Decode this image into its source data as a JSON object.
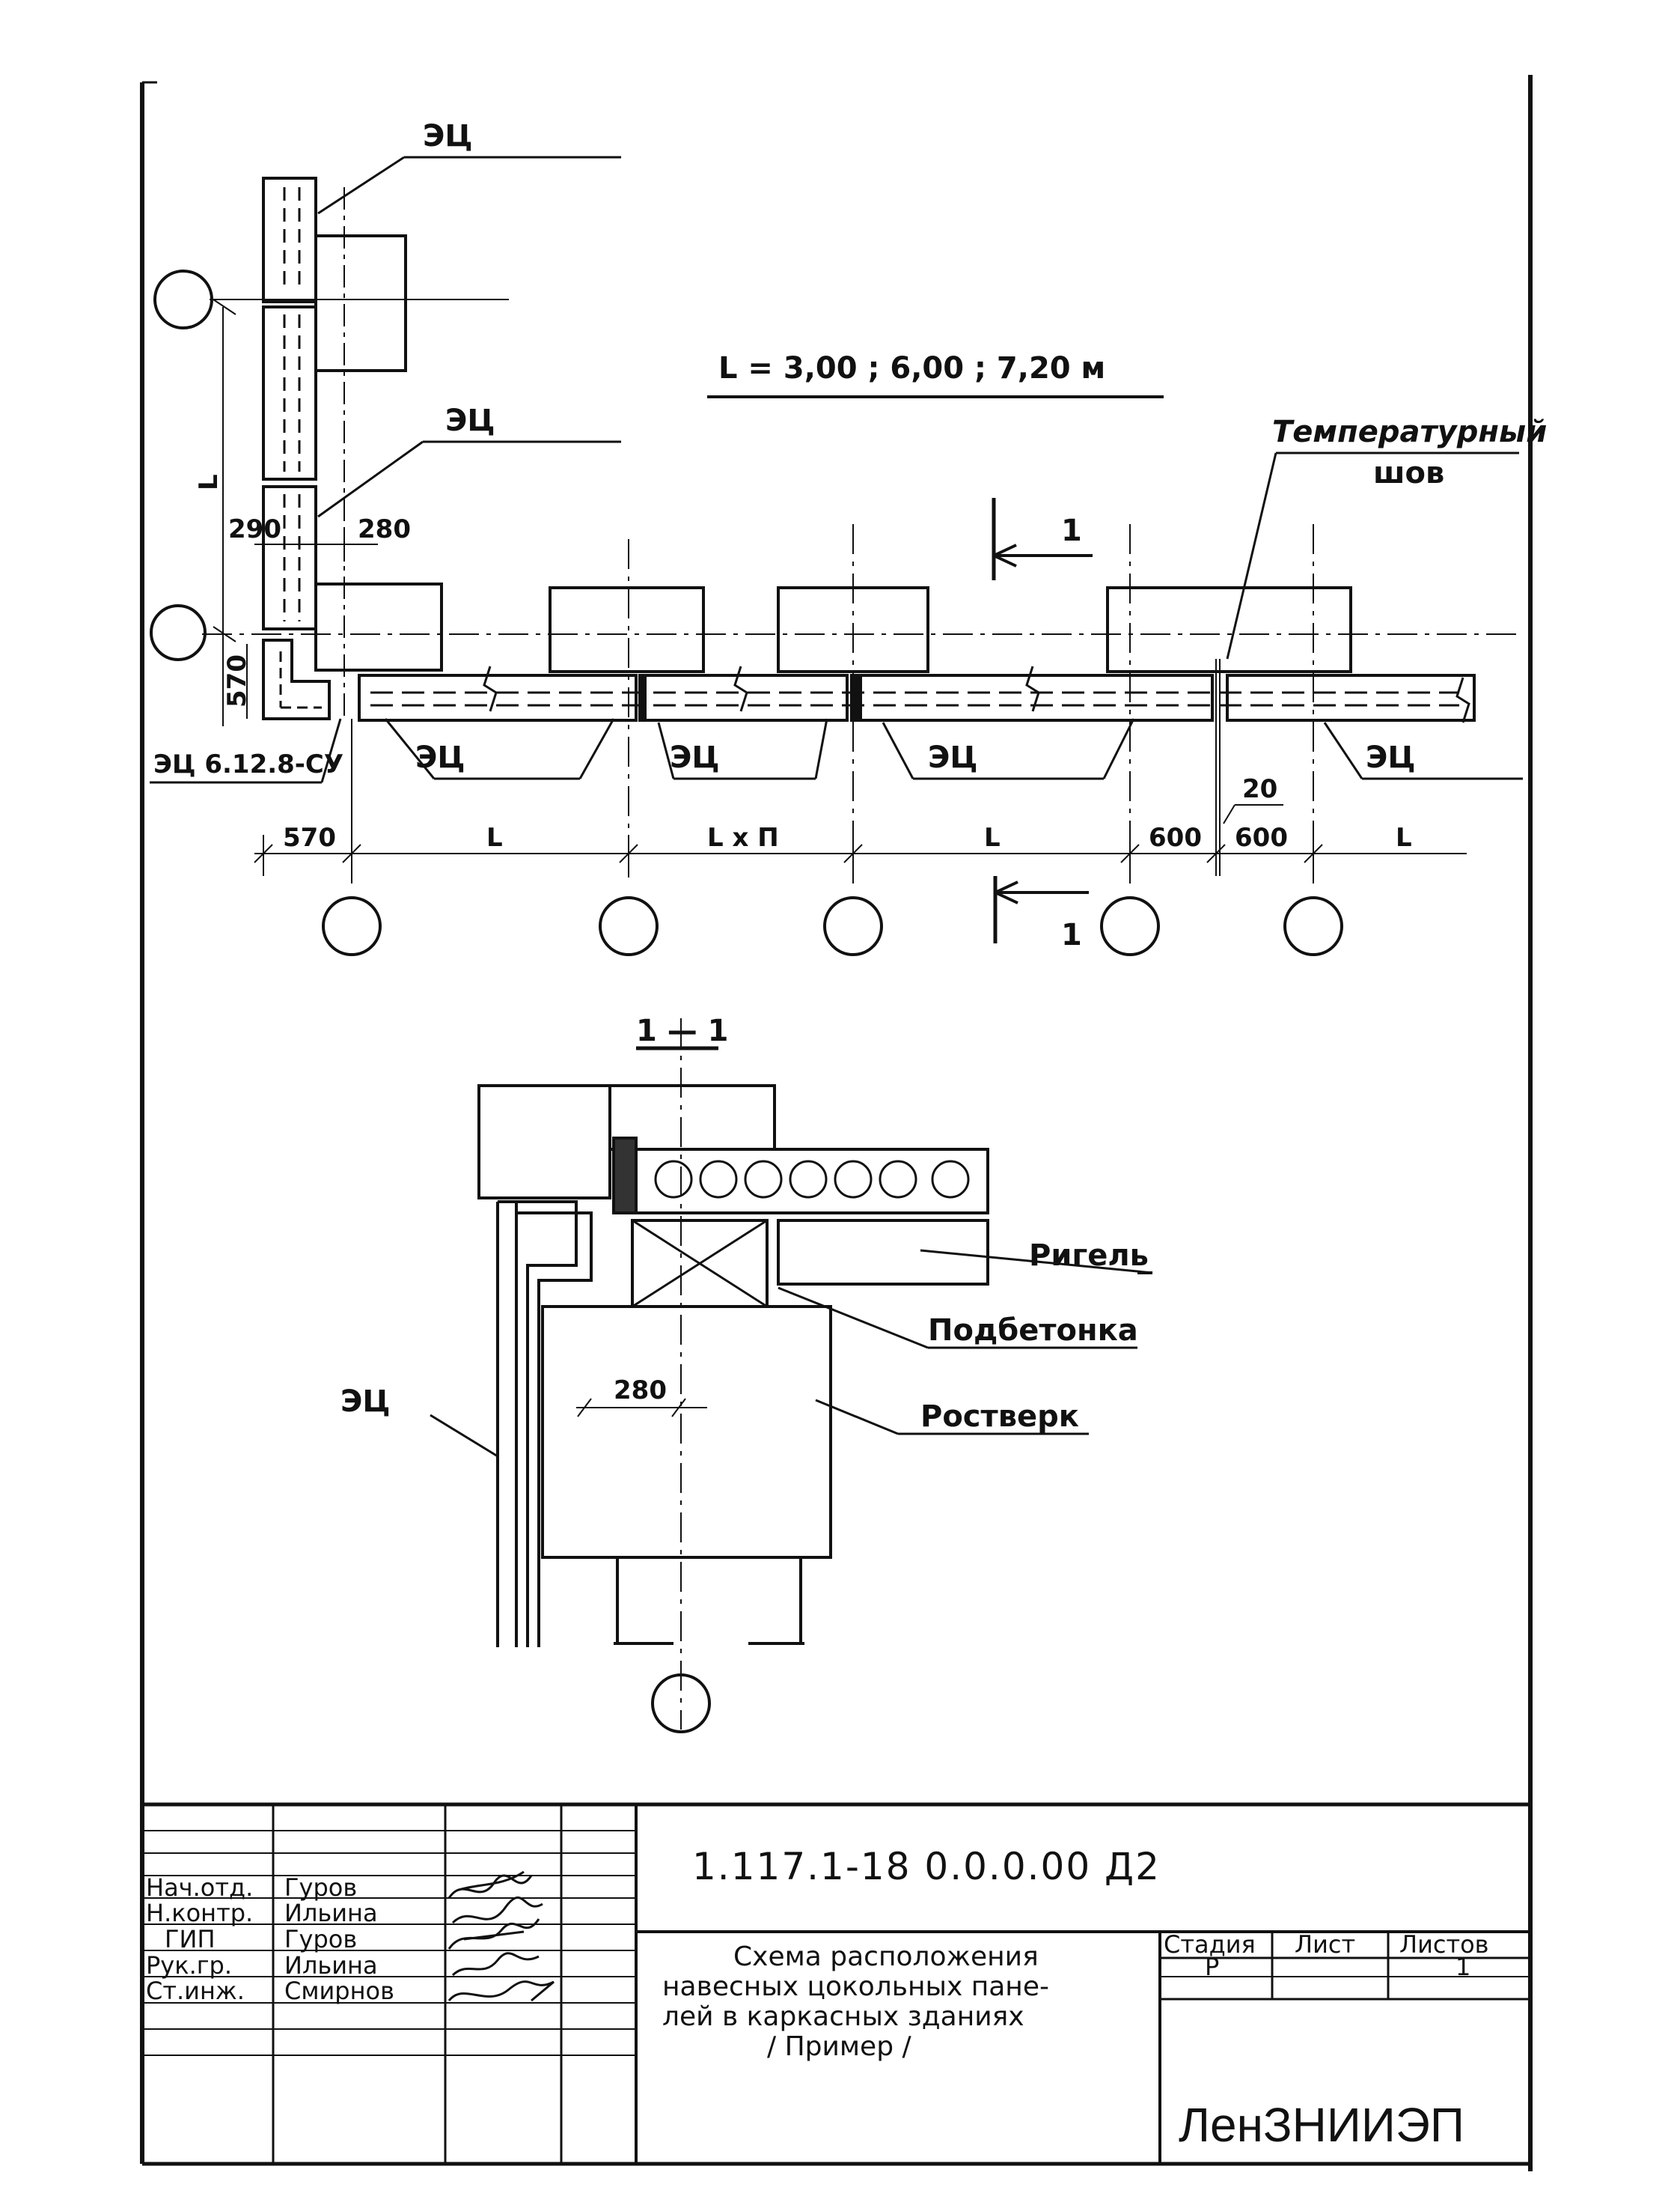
{
  "plan": {
    "spans_note": "L = 3,00 ;   6,00 ;   7,20 м",
    "labels": {
      "ec_top1": "ЭЦ",
      "ec_top2": "ЭЦ",
      "ec_corner": "ЭЦ 6.12.8-СУ",
      "ec_b1": "ЭЦ",
      "ec_b2": "ЭЦ",
      "ec_b3": "ЭЦ",
      "ec_b4": "ЭЦ",
      "temp_joint_1": "Температурный",
      "temp_joint_2": "шов",
      "section_mark_top": "1",
      "section_mark_bottom": "1",
      "vertical_dim": "L"
    },
    "dims": {
      "d570_side": "570",
      "d290": "290",
      "d280": "280",
      "d570": "570",
      "dL1": "L",
      "dLxn": "L x П",
      "dL2": "L",
      "d600a": "600",
      "d600b": "600",
      "d20": "20",
      "dL3": "L"
    }
  },
  "section": {
    "title": "1 — 1",
    "labels": {
      "rigel": "Ригель",
      "podbetonka": "Подбетонка",
      "rostverk": "Ростверк",
      "ec": "ЭЦ",
      "dim280": "280"
    }
  },
  "title_block": {
    "code": "1.117.1-18 0.0.0.00 Д2",
    "rows": [
      {
        "role": "Нач.отд.",
        "name": "Гуров"
      },
      {
        "role": "Н.контр.",
        "name": "Ильина"
      },
      {
        "role": "ГИП",
        "name": "Гуров"
      },
      {
        "role": "Рук.гр.",
        "name": "Ильина"
      },
      {
        "role": "Ст.инж.",
        "name": "Смирнов"
      }
    ],
    "title_lines": [
      "Схема расположения",
      "навесных цокольных пане-",
      "лей в каркасных зданиях",
      "/ Пример /"
    ],
    "stage_header": "Стадия",
    "sheet_header": "Лист",
    "sheets_header": "Листов",
    "stage_value": "Р",
    "sheet_value": "",
    "sheets_value": "1",
    "organization": "ЛенЗНИИЭП"
  }
}
